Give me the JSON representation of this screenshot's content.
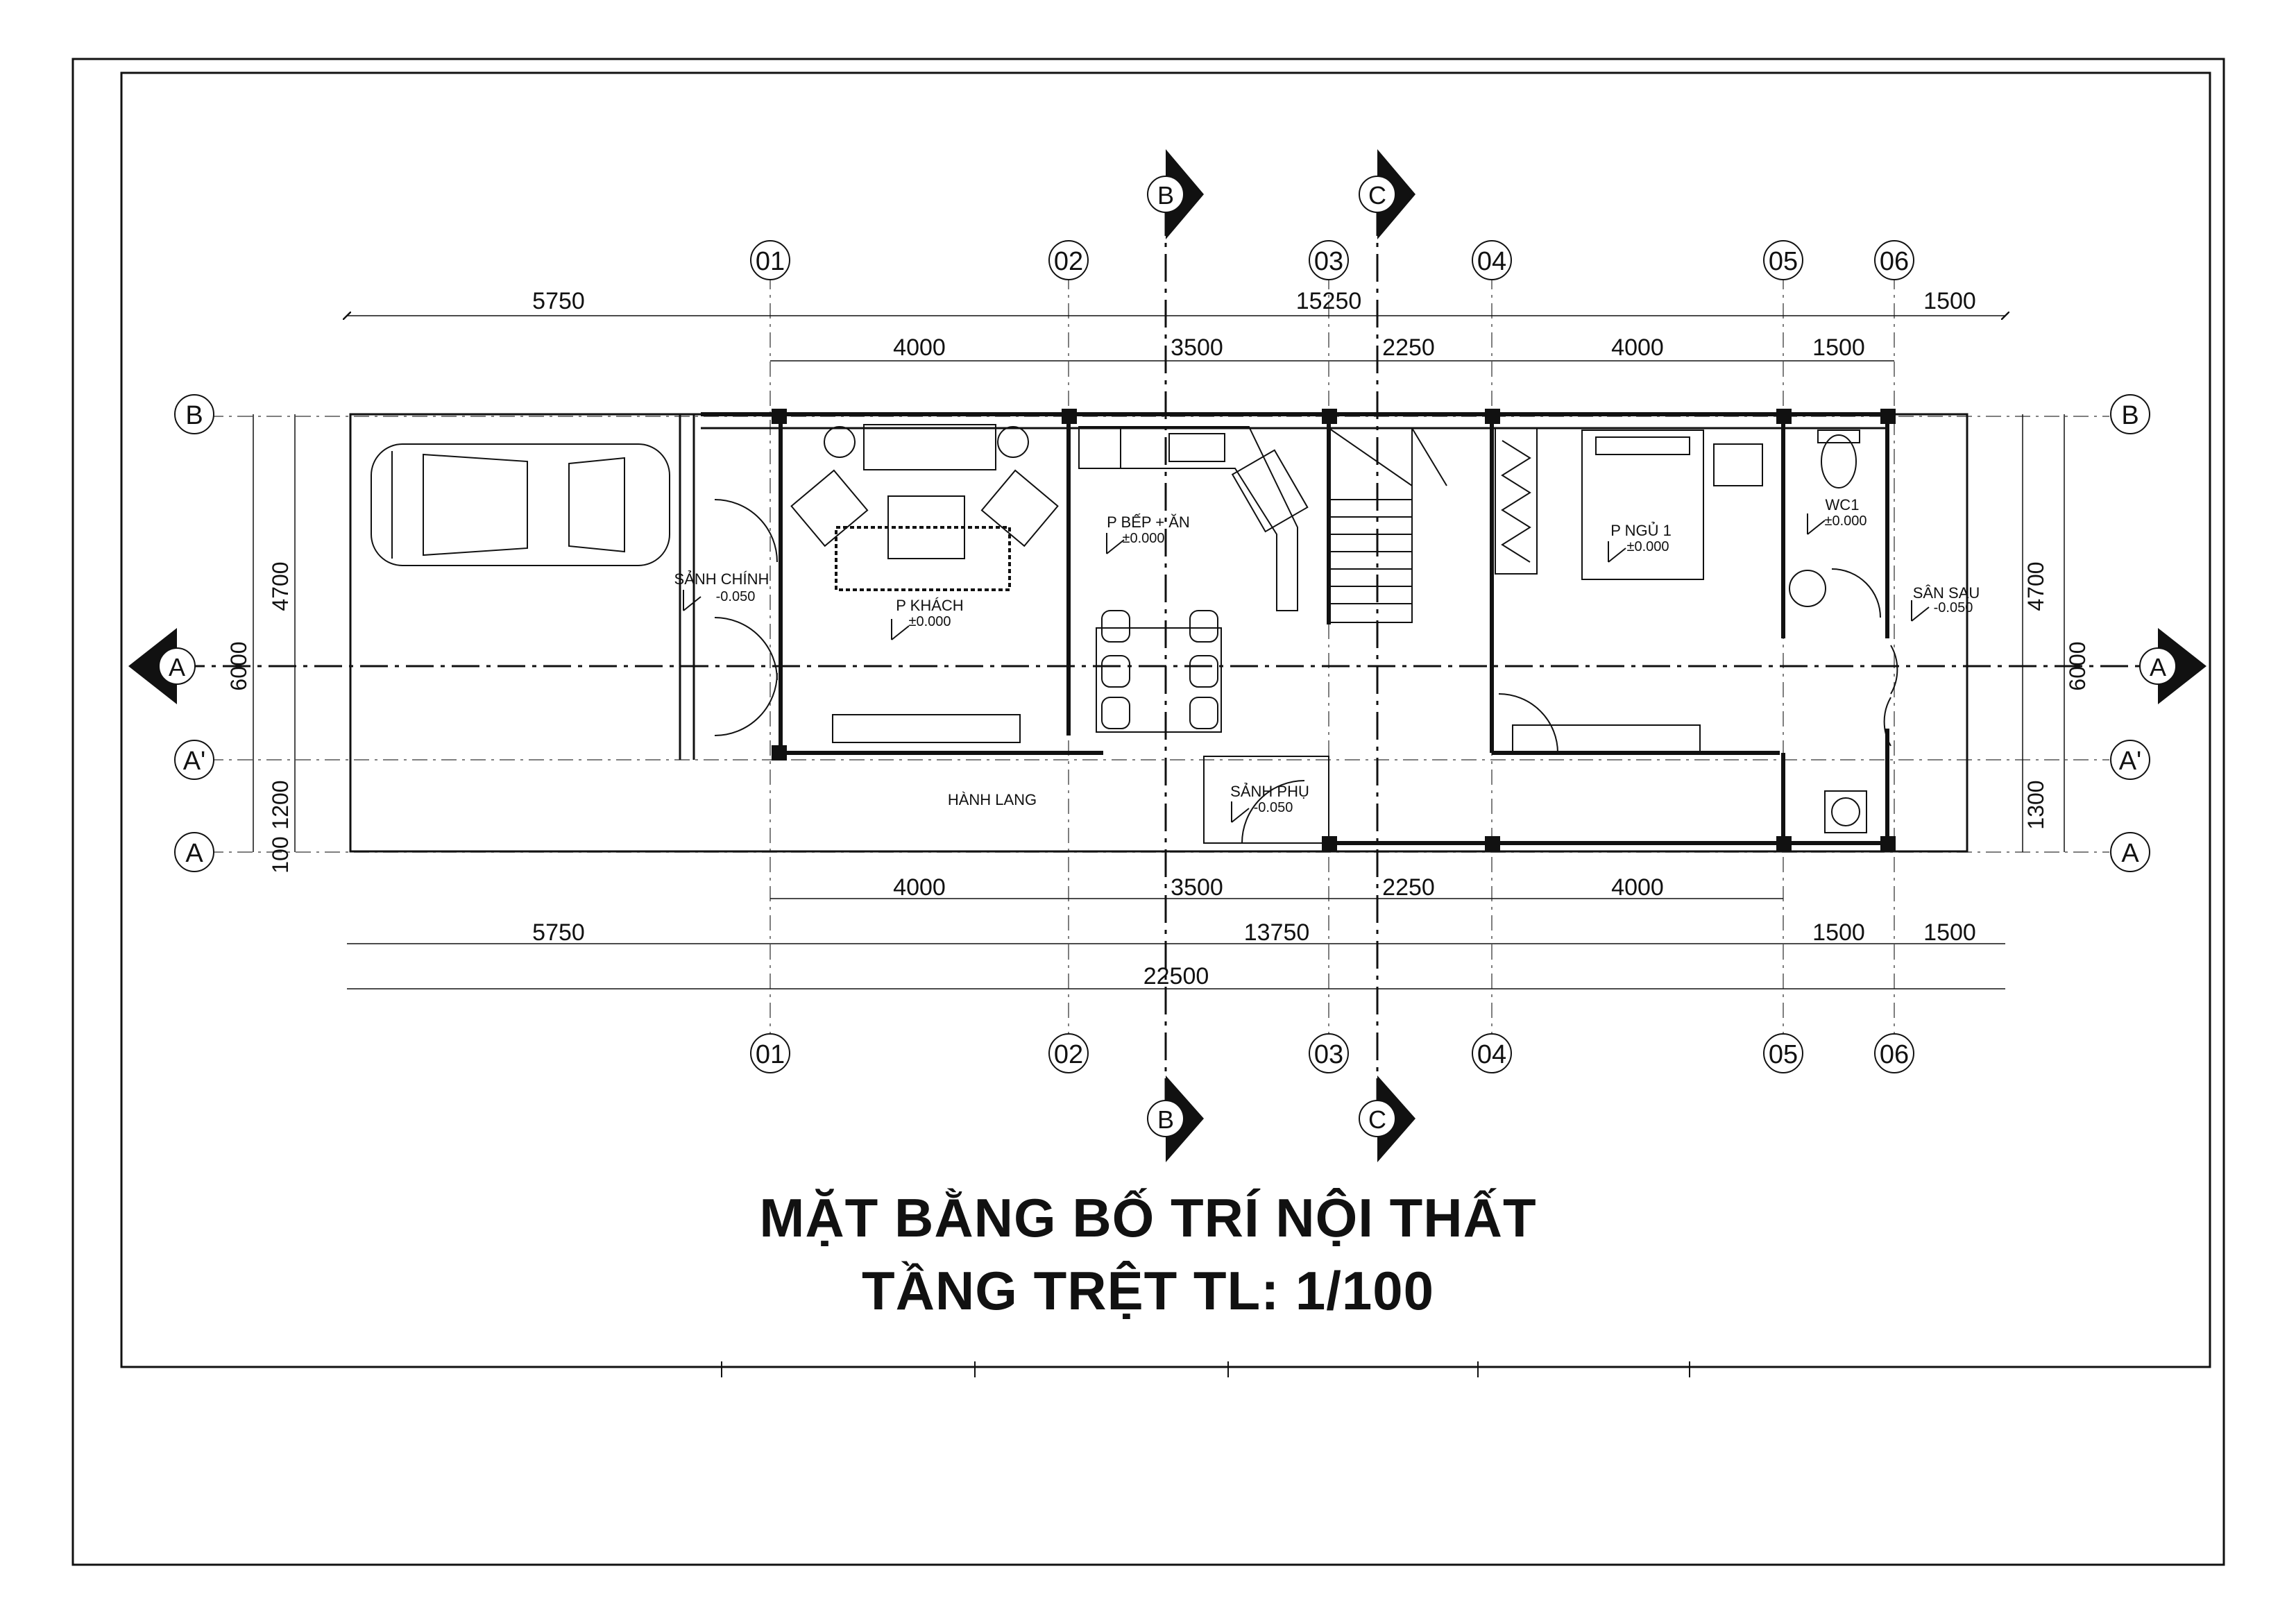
{
  "title": {
    "line1": "MẶT BẰNG BỐ TRÍ NỘI THẤT",
    "line2": "TẦNG TRỆT TL: 1/100"
  },
  "grid_columns": [
    "01",
    "02",
    "03",
    "04",
    "05",
    "06"
  ],
  "grid_rows": [
    "B",
    "A'",
    "A"
  ],
  "section_marks": [
    "B",
    "C",
    "A"
  ],
  "dimensions": {
    "top_overall": [
      "5750",
      "15250",
      "1500"
    ],
    "top_detail": [
      "4000",
      "3500",
      "2250",
      "4000",
      "1500"
    ],
    "bottom_detail": [
      "4000",
      "3500",
      "2250",
      "4000"
    ],
    "bottom_overall": [
      "5750",
      "13750",
      "1500",
      "1500"
    ],
    "bottom_total": "22500",
    "left_outer": "6000",
    "left_inner": [
      "4700",
      "1200",
      "100"
    ],
    "right_outer": "6000",
    "right_inner": [
      "4700",
      "1300"
    ]
  },
  "rooms": [
    {
      "name": "SẢNH CHÍNH",
      "level": "-0.050"
    },
    {
      "name": "P KHÁCH",
      "level": "±0.000"
    },
    {
      "name": "P BẾP + ĂN",
      "level": "±0.000"
    },
    {
      "name": "P NGỦ 1",
      "level": "±0.000"
    },
    {
      "name": "WC1",
      "level": "±0.000"
    },
    {
      "name": "SÂN SAU",
      "level": "-0.050"
    },
    {
      "name": "SẢNH PHỤ",
      "level": "-0.050"
    },
    {
      "name": "HÀNH LANG",
      "level": ""
    }
  ]
}
